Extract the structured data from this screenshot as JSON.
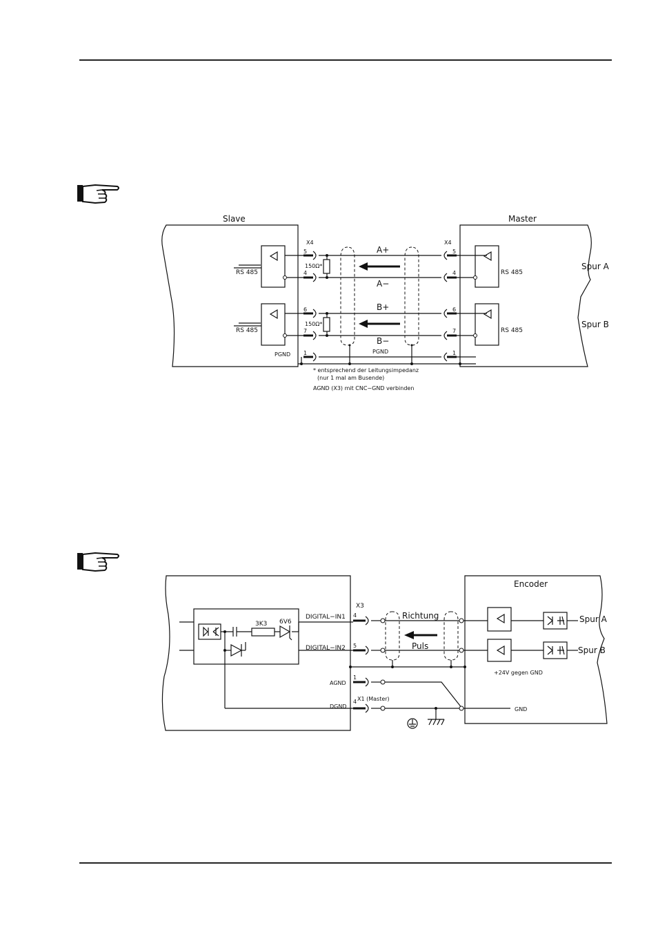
{
  "diagram1": {
    "slave_label": "Slave",
    "master_label": "Master",
    "x4_left": "X4",
    "x4_right": "X4",
    "rs485_slave_1": "RS 485",
    "rs485_slave_2": "RS 485",
    "rs485_master_1": "RS 485",
    "rs485_master_2": "RS 485",
    "spur_a": "Spur A",
    "spur_b": "Spur B",
    "signal_a_plus": "A+",
    "signal_a_minus": "A−",
    "signal_b_plus": "B+",
    "signal_b_minus": "B−",
    "resistor_1": "150Ω*",
    "resistor_2": "150Ω*",
    "pgnd_left": "PGND",
    "pgnd_mid": "PGND",
    "pins_left": [
      "5",
      "4",
      "6",
      "7",
      "1"
    ],
    "pins_right": [
      "5",
      "4",
      "6",
      "7",
      "1"
    ],
    "note_line1": "* entsprechend der Leitungsimpedanz",
    "note_line2": "(nur 1 mal am Busende)",
    "note_line3": "AGND (X3) mit CNC−GND verbinden"
  },
  "diagram2": {
    "encoder_label": "Encoder",
    "x3_label": "X3",
    "digital_in1": "DIGITAL−IN1",
    "digital_in2": "DIGITAL−IN2",
    "richtung": "Richtung",
    "puls": "Puls",
    "spur_a": "Spur A",
    "spur_b": "Spur B",
    "resistor": "3K3",
    "zener": "6V6",
    "supply": "+24V gegen GND",
    "agnd": "AGND",
    "dgnd": "DGND",
    "x1_master": "X1 (Master)",
    "gnd": "GND",
    "pin_in1": "4",
    "pin_in2": "5",
    "pin_agnd": "1",
    "pin_dgnd": "4"
  }
}
